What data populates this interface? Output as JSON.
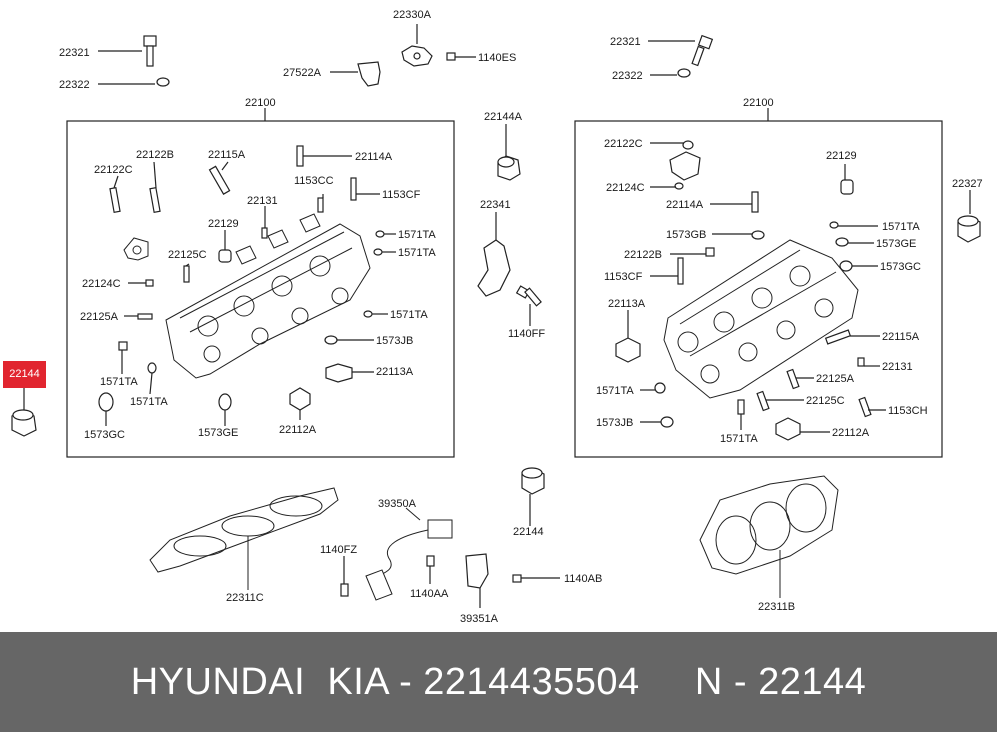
{
  "highlight_color": "#e1252f",
  "footer_color": "#666666",
  "footer": {
    "text": "HYUNDAI  KIA - 2214435504     N - 22144"
  },
  "highlight": {
    "label": "22144"
  },
  "labels": {
    "t22321_l": "22321",
    "t22322_l": "22322",
    "t22330A": "22330A",
    "t27522A": "27522A",
    "t1140ES": "1140ES",
    "t22321_r": "22321",
    "t22322_r": "22322",
    "t22100_l": "22100",
    "t22100_r": "22100",
    "t22144A": "22144A",
    "t22327": "22327",
    "t22341": "22341",
    "t1140FF": "1140FF",
    "t22144_m": "22144",
    "l22122B": "22122B",
    "l22122C": "22122C",
    "l22115A": "22115A",
    "l22114A": "22114A",
    "l1153CC": "1153CC",
    "l1153CF": "1153CF",
    "l22131": "22131",
    "l1571TA_a": "1571TA",
    "l1571TA_b": "1571TA",
    "l22129": "22129",
    "l22125C": "22125C",
    "l22124C": "22124C",
    "l22125A": "22125A",
    "l1571TA_c": "1571TA",
    "l1573JB": "1573JB",
    "l22113A": "22113A",
    "l1571TA_d": "1571TA",
    "l1571TA_e": "1571TA",
    "l1573GC": "1573GC",
    "l1573GE": "1573GE",
    "l22112A": "22112A",
    "r22122C": "22122C",
    "r22124C": "22124C",
    "r22114A": "22114A",
    "r1573GB": "1573GB",
    "r22122B": "22122B",
    "r1153CF": "1153CF",
    "r22113A": "22113A",
    "r1571TA_a": "1571TA",
    "r1573JB": "1573JB",
    "r1571TA_b": "1571TA",
    "r22129": "22129",
    "r1571TA_c": "1571TA",
    "r1573GE": "1573GE",
    "r1573GC": "1573GC",
    "r22115A": "22115A",
    "r22131": "22131",
    "r22125A": "22125A",
    "r22125C": "22125C",
    "r1153CH": "1153CH",
    "r22112A": "22112A",
    "b22311C": "22311C",
    "b39350A": "39350A",
    "b1140FZ": "1140FZ",
    "b1140AA": "1140AA",
    "b39351A": "39351A",
    "b1140AB": "1140AB",
    "b22311B": "22311B"
  }
}
